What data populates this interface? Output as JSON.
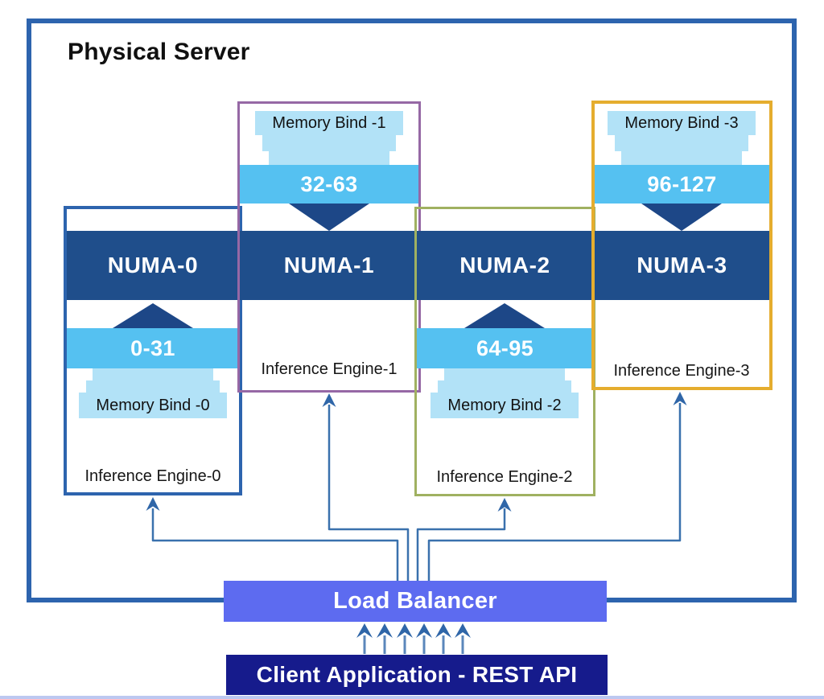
{
  "diagram": {
    "title": "Physical Server",
    "numa_nodes": [
      {
        "name": "NUMA-0",
        "core_range": "0-31",
        "memory_bind": "Memory Bind -0",
        "inference_engine": "Inference Engine-0",
        "outline_color": "#2d64ae",
        "memory_position": "below"
      },
      {
        "name": "NUMA-1",
        "core_range": "32-63",
        "memory_bind": "Memory Bind -1",
        "inference_engine": "Inference Engine-1",
        "outline_color": "#9668a5",
        "memory_position": "above"
      },
      {
        "name": "NUMA-2",
        "core_range": "64-95",
        "memory_bind": "Memory Bind -2",
        "inference_engine": "Inference Engine-2",
        "outline_color": "#a0b161",
        "memory_position": "below"
      },
      {
        "name": "NUMA-3",
        "core_range": "96-127",
        "memory_bind": "Memory Bind -3",
        "inference_engine": "Inference Engine-3",
        "outline_color": "#e5ad2e",
        "memory_position": "above"
      }
    ],
    "load_balancer_label": "Load Balancer",
    "client_label": "Client Application - REST API",
    "colors": {
      "outer_border": "#2d64ae",
      "numa_band": "#1f4e8b",
      "triangle_connector": "#1d4787",
      "core_range_fill": "#55c1f1",
      "memory_bind_fill": "#b2e2f7",
      "flow_arrow": "#3a71ad",
      "client_arrow_stem": "#5b87bb",
      "load_balancer_fill": "#5d6bf0",
      "client_fill": "#161b8c"
    }
  }
}
